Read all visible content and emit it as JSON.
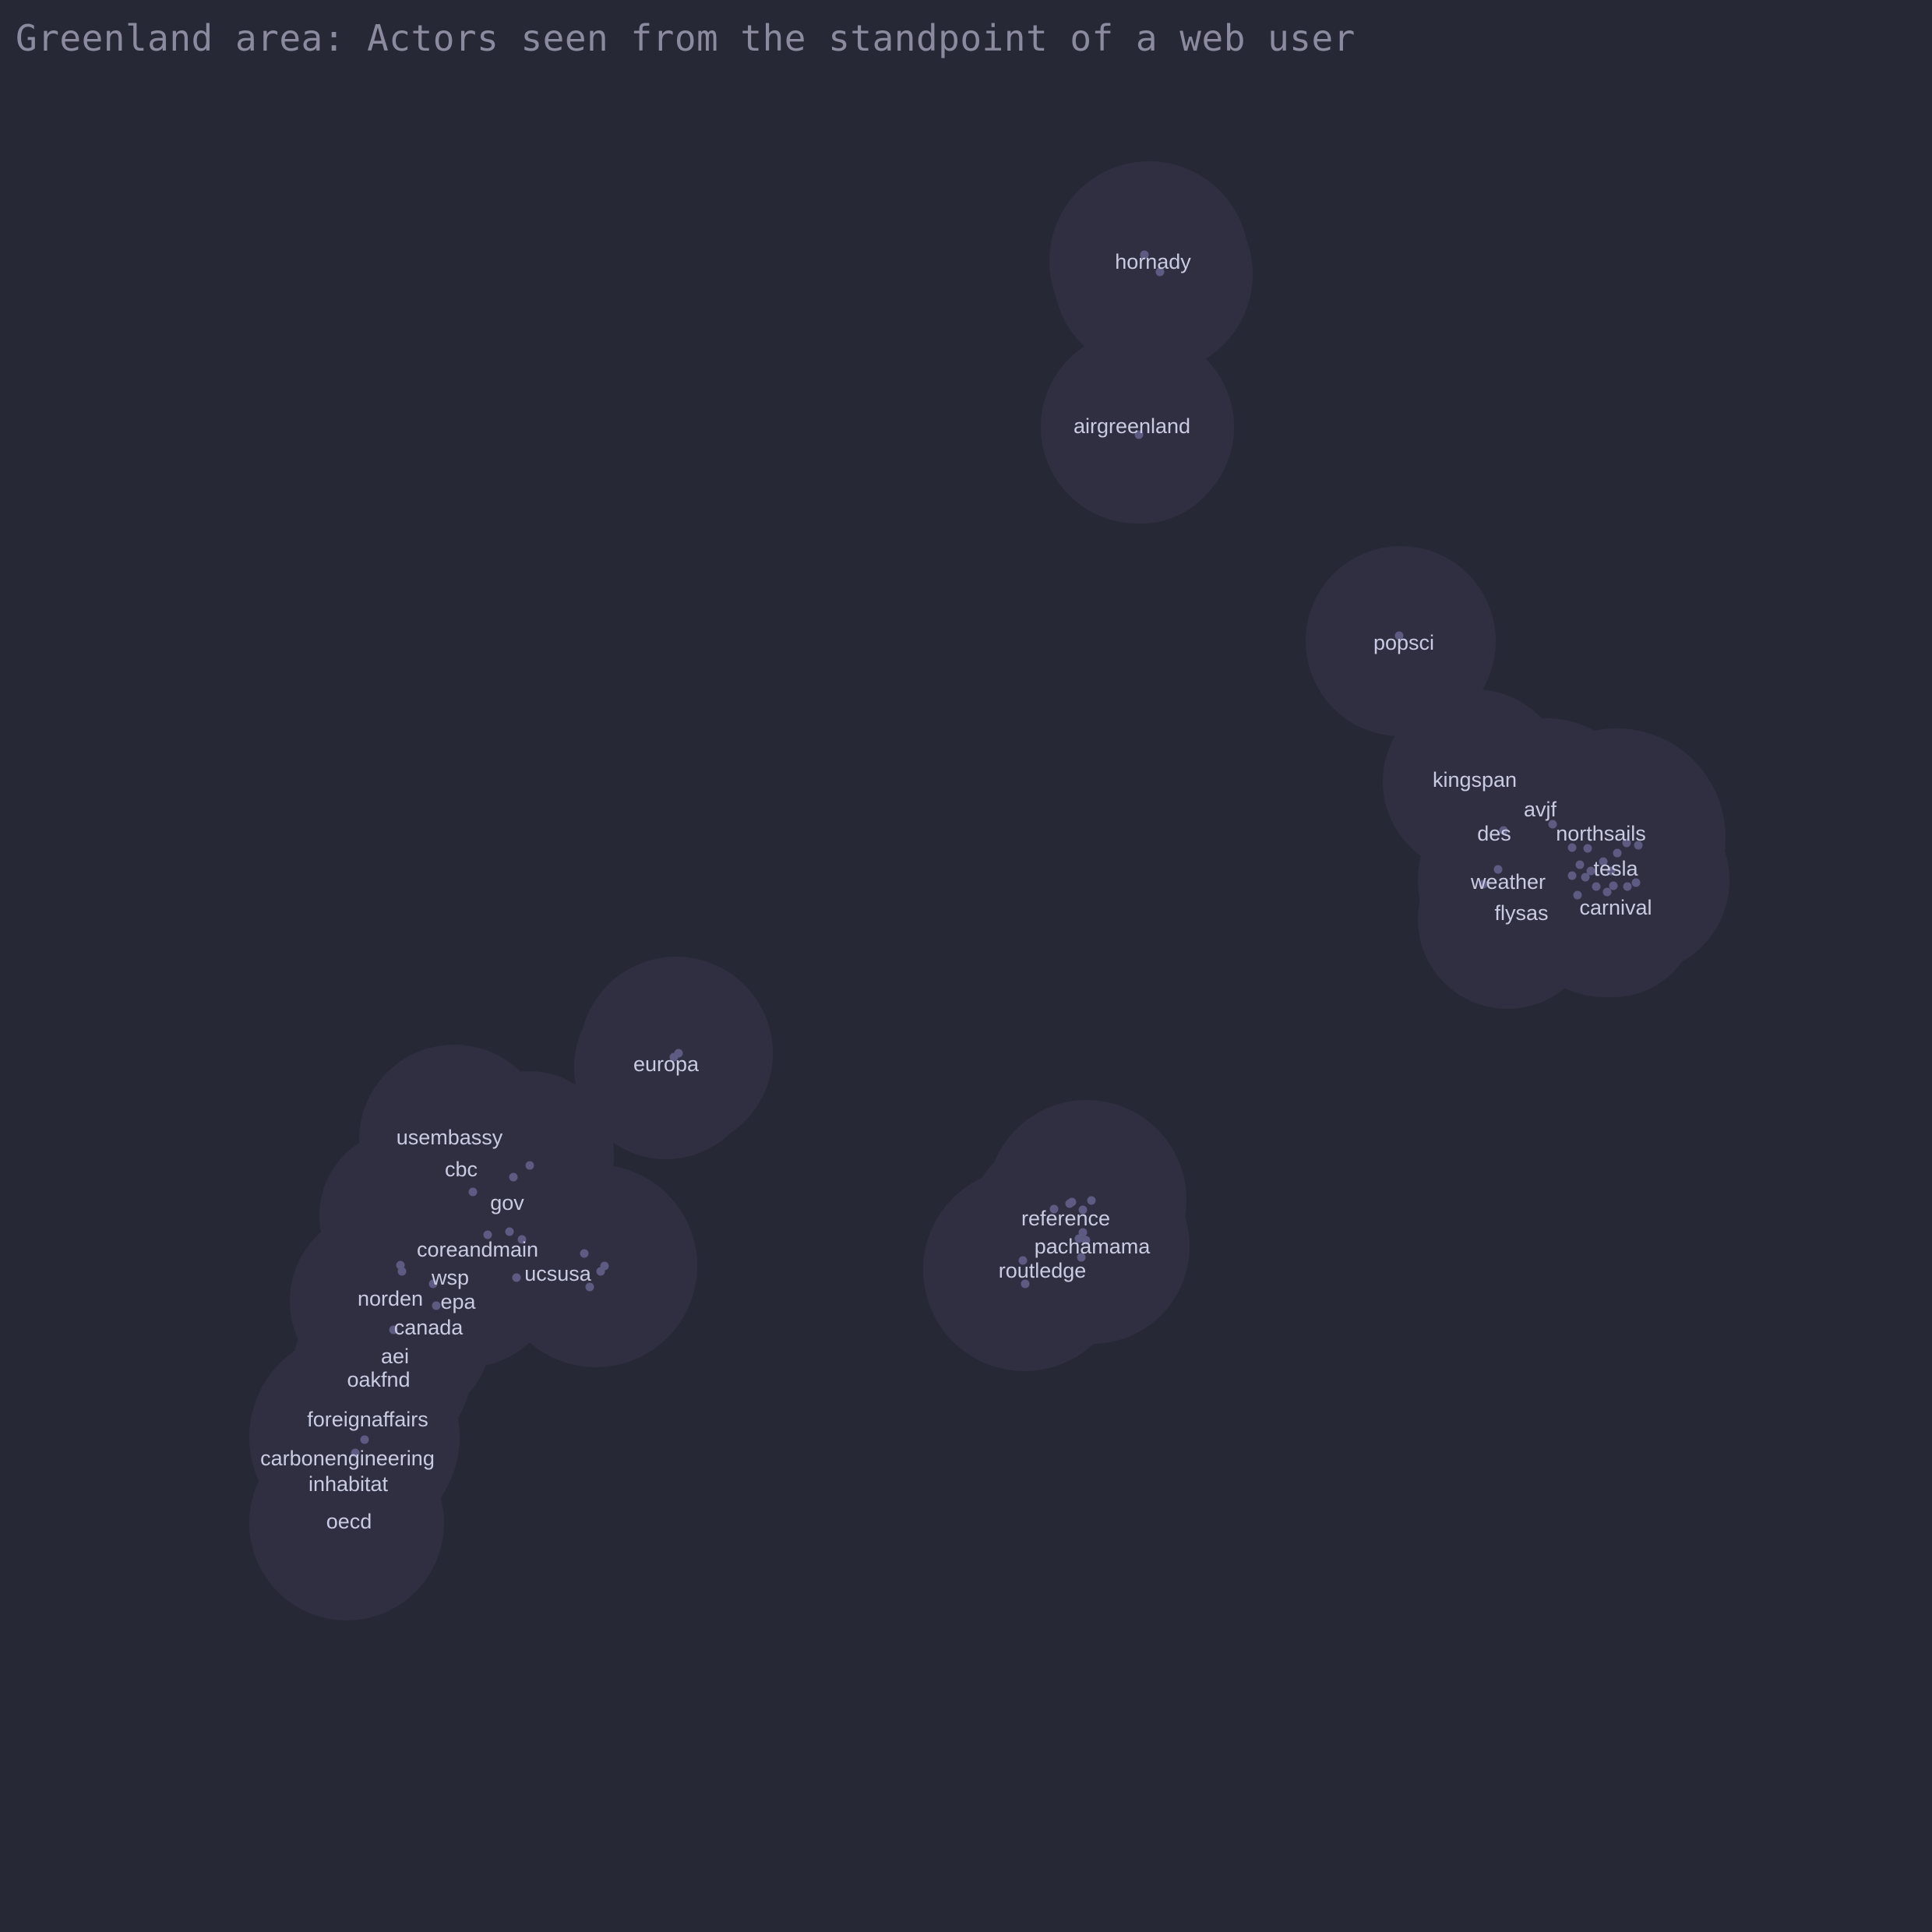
{
  "title": "Greenland area: Actors seen from the standpoint of a web user",
  "colors": {
    "background": "#272835",
    "cluster_fill": "#302f42",
    "dot": "#5e5b82",
    "label": "#c9cbe2",
    "title": "#8b8a9f"
  },
  "clusters": [
    {
      "name": "hornady-cluster",
      "labels": [
        "hornady"
      ]
    },
    {
      "name": "airgreenland-cluster",
      "labels": [
        "airgreenland"
      ]
    },
    {
      "name": "popsci-cluster",
      "labels": [
        "popsci"
      ]
    },
    {
      "name": "northsails-cluster",
      "labels": [
        "kingspan",
        "avjf",
        "des",
        "northsails",
        "tesla",
        "weather",
        "flysas",
        "carnival"
      ]
    },
    {
      "name": "europa-cluster",
      "labels": [
        "europa"
      ]
    },
    {
      "name": "usembassy-cluster",
      "labels": [
        "usembassy",
        "cbc",
        "gov",
        "coreandmain",
        "wsp",
        "ucsusa",
        "norden",
        "epa",
        "canada",
        "aei",
        "oakfnd",
        "foreignaffairs",
        "carbonengineering",
        "inhabitat",
        "oecd"
      ]
    },
    {
      "name": "reference-cluster",
      "labels": [
        "reference",
        "pachamama",
        "routledge"
      ]
    }
  ]
}
